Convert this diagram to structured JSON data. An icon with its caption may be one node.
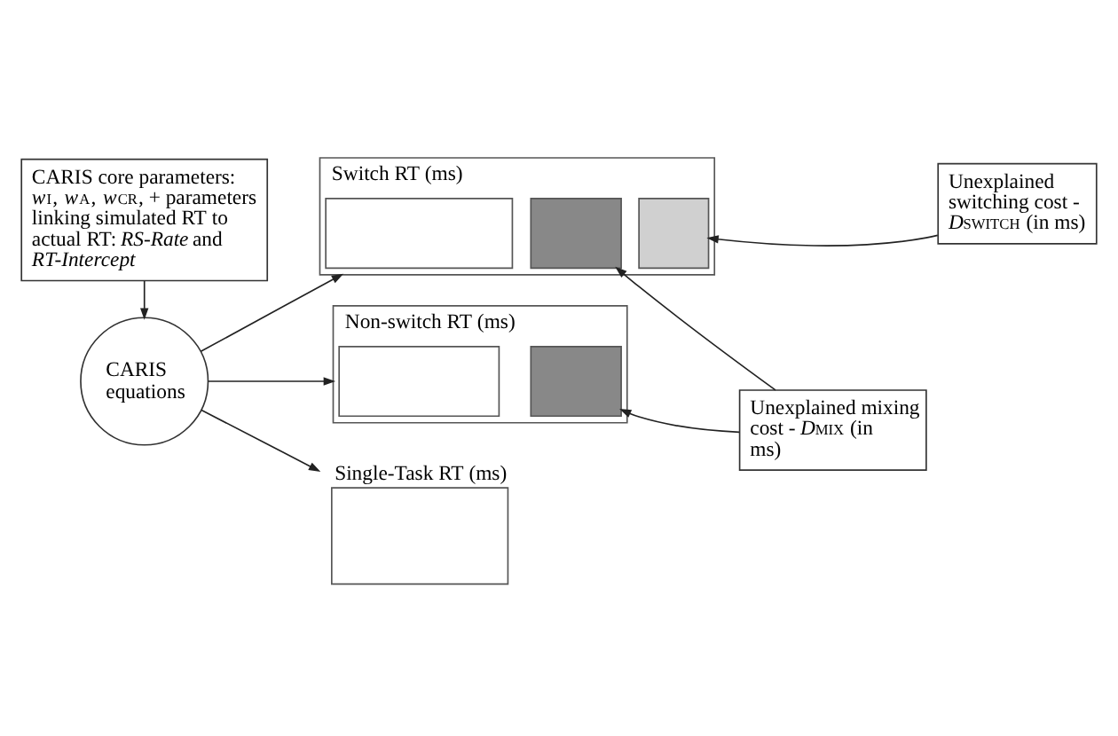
{
  "diagram": {
    "nodes": [
      {
        "text": [
          "CARIS core parameters:",
          "*w*$_{I}$, *w*$_{A}$, *w*$_{CR}$, + parameters linking simulated RT to actual RT: *RS-Rate* and *RT-Intercept*"
        ]
      },
      {
        "text": [
          "CARIS equations"
        ]
      },
      {
        "text": [
          "Switch RT (ms)"
        ]
      },
      {
        "text": [],
        "shape": "box",
        "in": 2
      },
      {
        "text": [],
        "shape": "box",
        "in": 2
      },
      {
        "text": [],
        "shape": "box",
        "in": 2
      },
      {
        "text": [
          "Unexplained switching cost - *D*$_{SWITCH}$ (in ms)"
        ]
      },
      {
        "text": [
          "Non-switch RT (ms)"
        ]
      },
      {
        "text": [],
        "shape": "box",
        "in": 7
      },
      {
        "text": [],
        "shape": "box",
        "in": 7
      },
      {
        "text": [
          "Unexplained mixing cost - *D*$_{MIX}$ (in ms)"
        ]
      },
      {
        "text": [
          "Single-Task RT (ms)"
        ]
      }
    ],
    "edges": [
      {
        "from": 0,
        "to": 1,
        "arrow": "to"
      },
      {
        "from": 1,
        "to": 2,
        "arrow": "to"
      },
      {
        "from": 1,
        "to": 7,
        "arrow": "to"
      },
      {
        "from": 1,
        "to": 11,
        "arrow": "to"
      },
      {
        "from": 6,
        "to": 5,
        "arrow": "to"
      },
      {
        "from": 10,
        "to": 4,
        "arrow": "to"
      },
      {
        "from": 10,
        "to": 9,
        "arrow": "to"
      }
    ]
  }
}
